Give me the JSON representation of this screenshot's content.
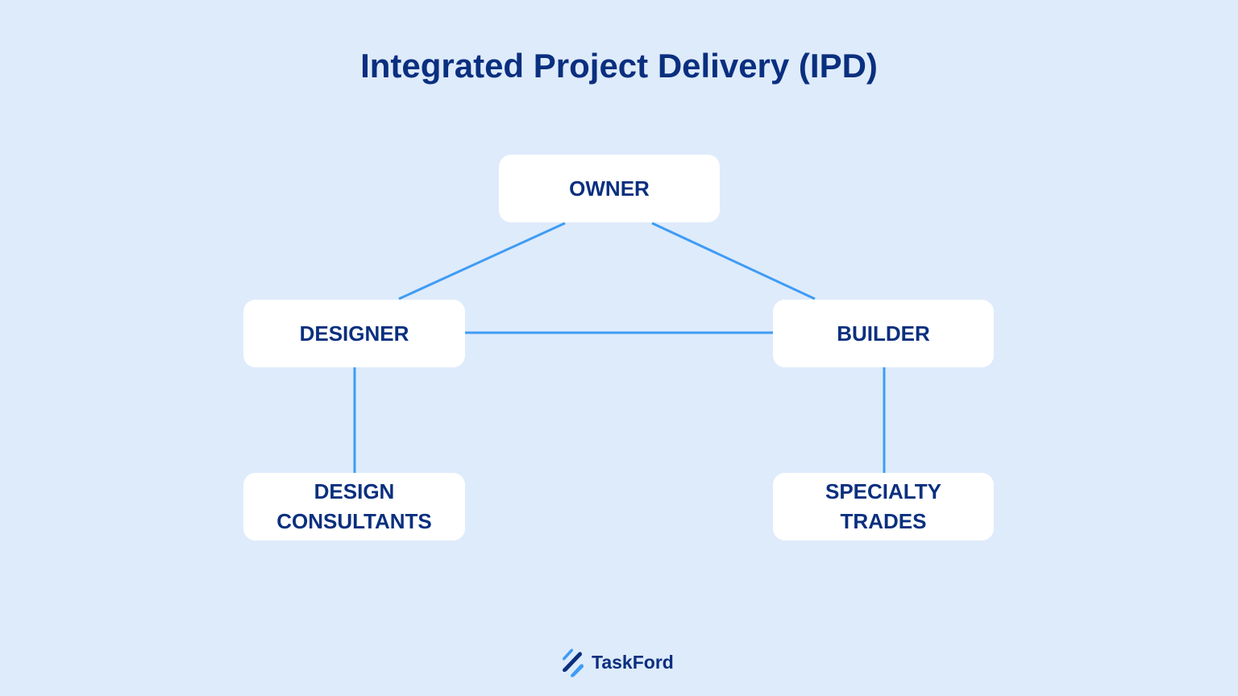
{
  "title": "Integrated Project Delivery (IPD)",
  "nodes": {
    "owner": "OWNER",
    "designer": "DESIGNER",
    "builder": "BUILDER",
    "design_consultants": [
      "DESIGN",
      "CONSULTANTS"
    ],
    "specialty_trades": [
      "SPECIALTY",
      "TRADES"
    ]
  },
  "connections": [
    [
      "owner",
      "designer"
    ],
    [
      "owner",
      "builder"
    ],
    [
      "designer",
      "builder"
    ],
    [
      "designer",
      "design_consultants"
    ],
    [
      "builder",
      "specialty_trades"
    ]
  ],
  "brand": {
    "name": "TaskFord"
  },
  "colors": {
    "background": "#deebfb",
    "text": "#0a2f7f",
    "line": "#3f9cf4",
    "node": "#ffffff"
  }
}
